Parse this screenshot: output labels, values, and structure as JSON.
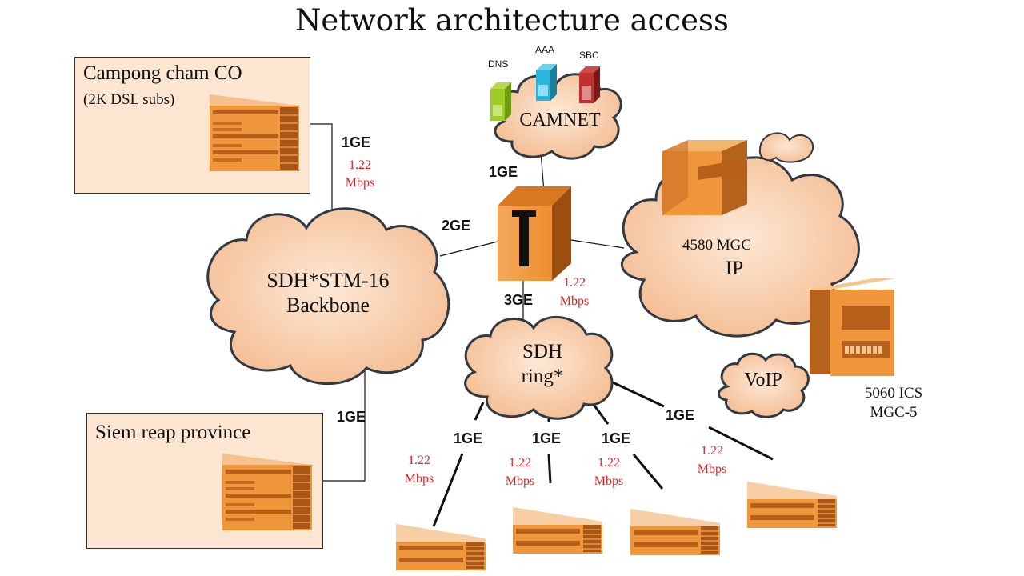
{
  "title": "Network architecture access",
  "campong": {
    "name": "Campong cham CO",
    "subs": "(2K DSL subs)"
  },
  "siem": {
    "name": "Siem reap province"
  },
  "camnet": {
    "label": "CAMNET",
    "servers": [
      "DNS",
      "AAA",
      "SBC"
    ]
  },
  "backbone": {
    "line1": "SDH*STM-16",
    "line2": "Backbone"
  },
  "ring": {
    "line1": "SDH",
    "line2": "ring*"
  },
  "ip": {
    "mgc": "4580 MGC",
    "label": "IP"
  },
  "voip": {
    "label": "VoIP"
  },
  "ics": {
    "line1": "5060 ICS",
    "line2": "MGC-5"
  },
  "links": {
    "campong_bw": "1GE",
    "campong_rate1": "1.22",
    "campong_rate2": "Mbps",
    "camnet_bw": "1GE",
    "backbone_bw": "2GE",
    "ring_bw": "3GE",
    "core_rate1": "1.22",
    "core_rate2": "Mbps",
    "siem_bw": "1GE",
    "rate_value": "1.22",
    "rate_unit": "Mbps",
    "access_bw": [
      "1GE",
      "1GE",
      "1GE",
      "1GE"
    ]
  },
  "colors": {
    "cloud_fill": "#f7c7a0",
    "cloud_stroke": "#2f3a44",
    "device": "#f0963a",
    "box_fill": "#fce6d2",
    "rate_text": "#e02020"
  }
}
